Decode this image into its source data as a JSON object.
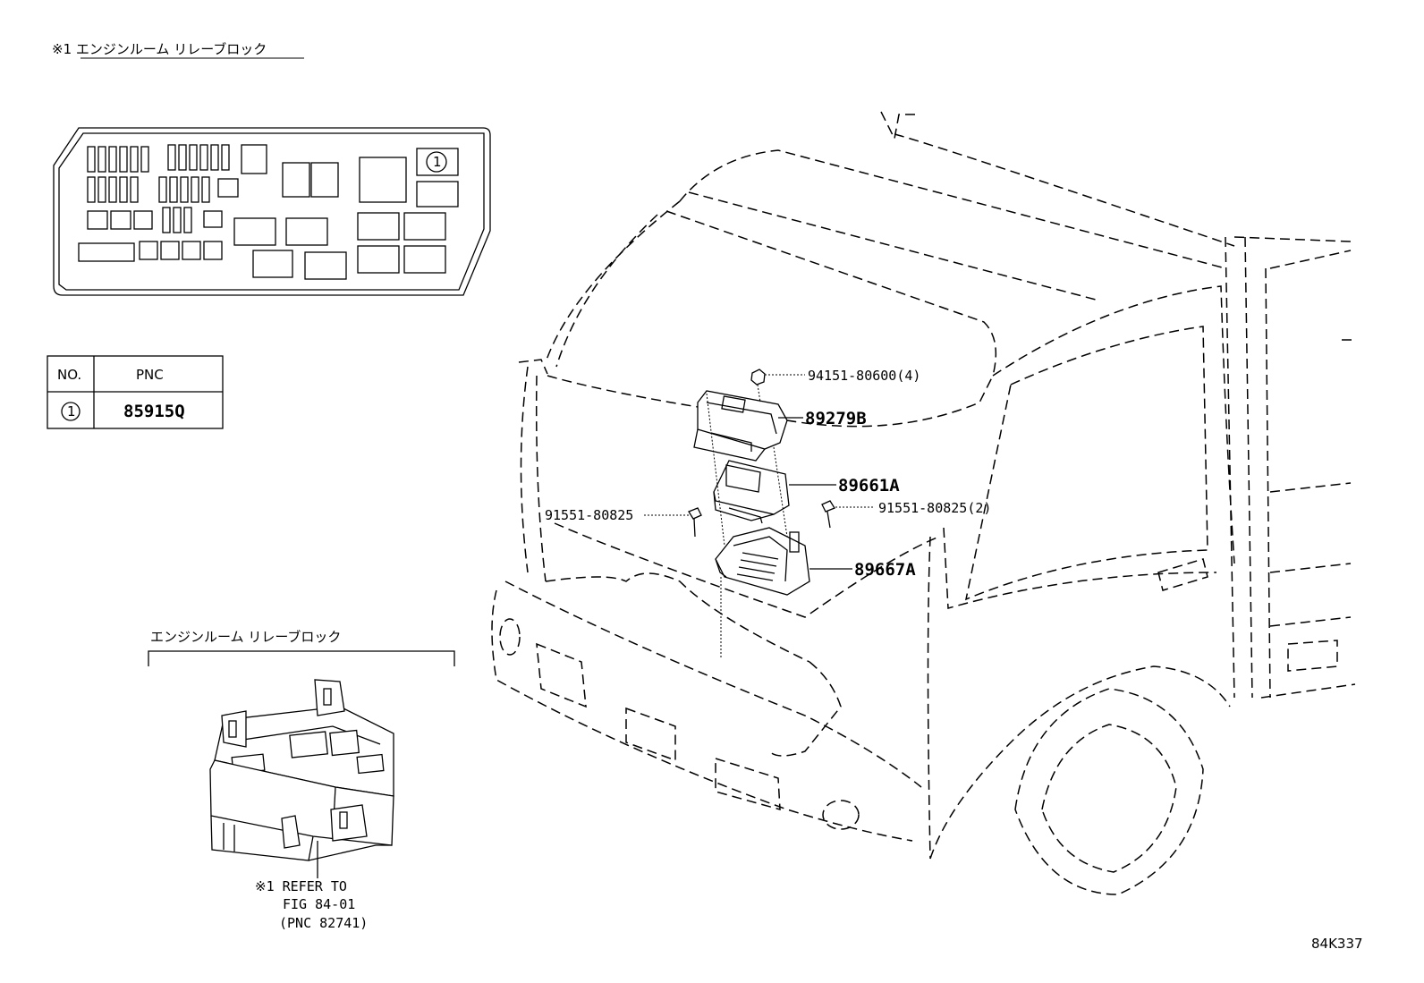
{
  "note_title": "※1 エンジンルーム リレーブロック",
  "relay_block_marker": "1",
  "table": {
    "headers": [
      "NO.",
      "PNC"
    ],
    "rows": [
      {
        "no": "1",
        "pnc": "85915Q"
      }
    ]
  },
  "parts": [
    {
      "id": "nut",
      "label": "94151-80600(4)"
    },
    {
      "id": "cover",
      "label": "89279B"
    },
    {
      "id": "ecu",
      "label": "89661A"
    },
    {
      "id": "bolt-left",
      "label": "91551-80825"
    },
    {
      "id": "bolt-right",
      "label": "91551-80825(2)"
    },
    {
      "id": "bracket",
      "label": "89667A"
    }
  ],
  "relay_section_title": "エンジンルーム リレーブロック",
  "refer_note": [
    "※1 REFER TO",
    "FIG 84-01",
    "(PNC 82741)"
  ],
  "figure_code": "84K337"
}
